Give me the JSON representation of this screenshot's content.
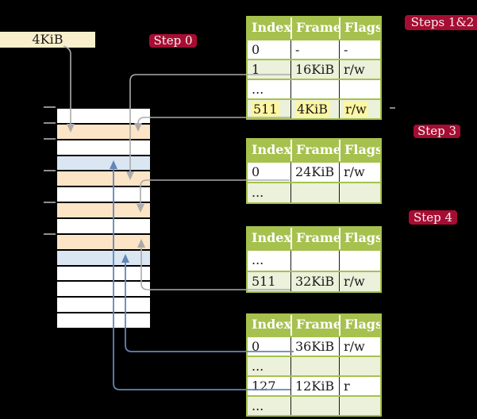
{
  "frame_label": {
    "text": "4KiB"
  },
  "badges": [
    {
      "label": "Step 0"
    },
    {
      "label": "Steps 1&2"
    },
    {
      "label": "Step 3"
    },
    {
      "label": "Step 4"
    }
  ],
  "tables": [
    {
      "name": "page-table-steps-1-2",
      "columns": [
        "Index",
        "Frame",
        "Flags"
      ],
      "rows": [
        {
          "index": "0",
          "frame": "-",
          "flags": "-",
          "highlight": false
        },
        {
          "index": "1",
          "frame": "16KiB",
          "flags": "r/w",
          "highlight": false
        },
        {
          "index": "...",
          "frame": "",
          "flags": "",
          "highlight": false
        },
        {
          "index": "511",
          "frame": "4KiB",
          "flags": "r/w",
          "highlight": true
        }
      ]
    },
    {
      "name": "page-table-step-3",
      "columns": [
        "Index",
        "Frame",
        "Flags"
      ],
      "rows": [
        {
          "index": "0",
          "frame": "24KiB",
          "flags": "r/w",
          "highlight": false
        },
        {
          "index": "...",
          "frame": "",
          "flags": "",
          "highlight": false
        }
      ]
    },
    {
      "name": "page-table-step-4",
      "columns": [
        "Index",
        "Frame",
        "Flags"
      ],
      "rows": [
        {
          "index": "...",
          "frame": "",
          "flags": "",
          "highlight": false
        },
        {
          "index": "511",
          "frame": "32KiB",
          "flags": "r/w",
          "highlight": false
        }
      ]
    },
    {
      "name": "page-table-final",
      "columns": [
        "Index",
        "Frame",
        "Flags"
      ],
      "rows": [
        {
          "index": "0",
          "frame": "36KiB",
          "flags": "r/w",
          "highlight": false
        },
        {
          "index": "...",
          "frame": "",
          "flags": "",
          "highlight": false
        },
        {
          "index": "127",
          "frame": "12KiB",
          "flags": "r",
          "highlight": false
        },
        {
          "index": "...",
          "frame": "",
          "flags": "",
          "highlight": false
        }
      ]
    }
  ],
  "memory_column": {
    "rows": [
      "white",
      "peach",
      "white",
      "blue",
      "peach",
      "white",
      "peach",
      "white",
      "peach",
      "blue",
      "white",
      "white",
      "white",
      "white"
    ]
  },
  "colors": {
    "background": "#000000",
    "badge_red": "#a60d33",
    "table_header_green": "#a6c14e",
    "table_row_green": "#ebf1da",
    "memory_peach": "#fce4c6",
    "memory_blue": "#dbe6f3",
    "cream_box": "#faefcc",
    "highlight_yellow": "#fdf6a2",
    "gray_connector": "#ababab",
    "blue_connector": "#6286b7"
  }
}
